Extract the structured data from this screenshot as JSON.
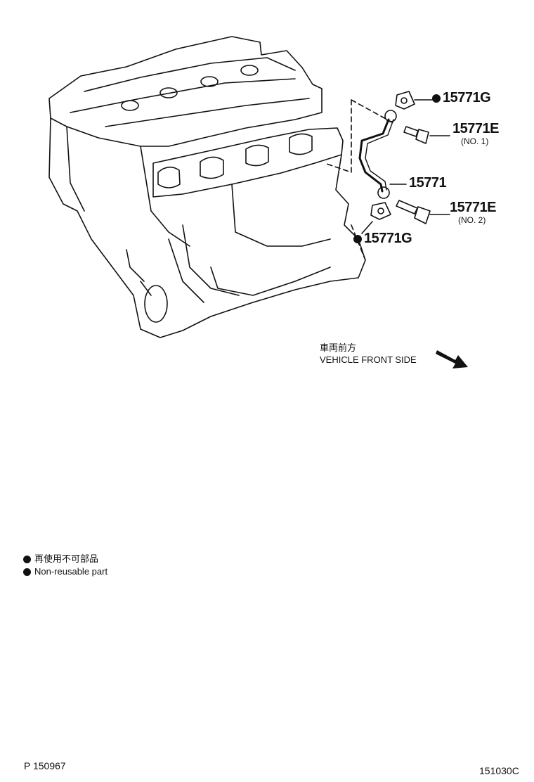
{
  "callouts": {
    "g_top": "15771G",
    "e_no1": "15771E",
    "e_no1_sub": "(NO. 1)",
    "pipe": "15771",
    "e_no2": "15771E",
    "e_no2_sub": "(NO. 2)",
    "g_bottom": "15771G"
  },
  "direction": {
    "jp": "車両前方",
    "en": "VEHICLE FRONT SIDE"
  },
  "legend": {
    "jp": "再使用不可部品",
    "en": "Non-reusable part"
  },
  "footer": {
    "left": "P 150967",
    "right": "151030C"
  },
  "colors": {
    "ink": "#111111",
    "paper": "#ffffff"
  }
}
